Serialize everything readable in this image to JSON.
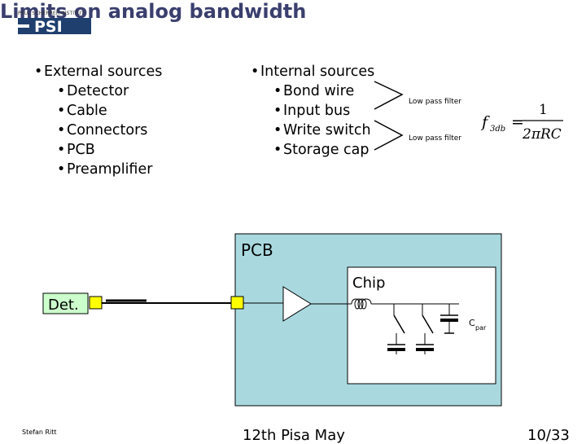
{
  "header": {
    "logo_text": "PAUL SCHERRER INSTITUT",
    "logo_mark": "PSI",
    "title": "Limits on analog bandwidth"
  },
  "external": {
    "heading": "External sources",
    "items": [
      "Detector",
      "Cable",
      "Connectors",
      "PCB",
      "Preamplifier"
    ]
  },
  "internal": {
    "heading": "Internal sources",
    "items": [
      "Bond wire",
      "Input bus",
      "Write switch",
      "Storage cap"
    ]
  },
  "filters": {
    "label_1": "Low pass filter",
    "label_2": "Low pass filter"
  },
  "formula": {
    "lhs": "f",
    "lhs_sub": "3db",
    "numerator": "1",
    "denominator": "2πRC"
  },
  "diagram": {
    "pcb_label": "PCB",
    "chip_label": "Chip",
    "det_label": "Det.",
    "cpar_label": "C",
    "cpar_sub": "par",
    "colors": {
      "pcb_fill": "#a9d9df",
      "chip_fill": "#ffffff",
      "connector": "#ffff00",
      "det_fill": "#ccffcc"
    }
  },
  "footer": {
    "author": "Stefan Ritt",
    "center": "12th Pisa May",
    "page": "10/33"
  }
}
